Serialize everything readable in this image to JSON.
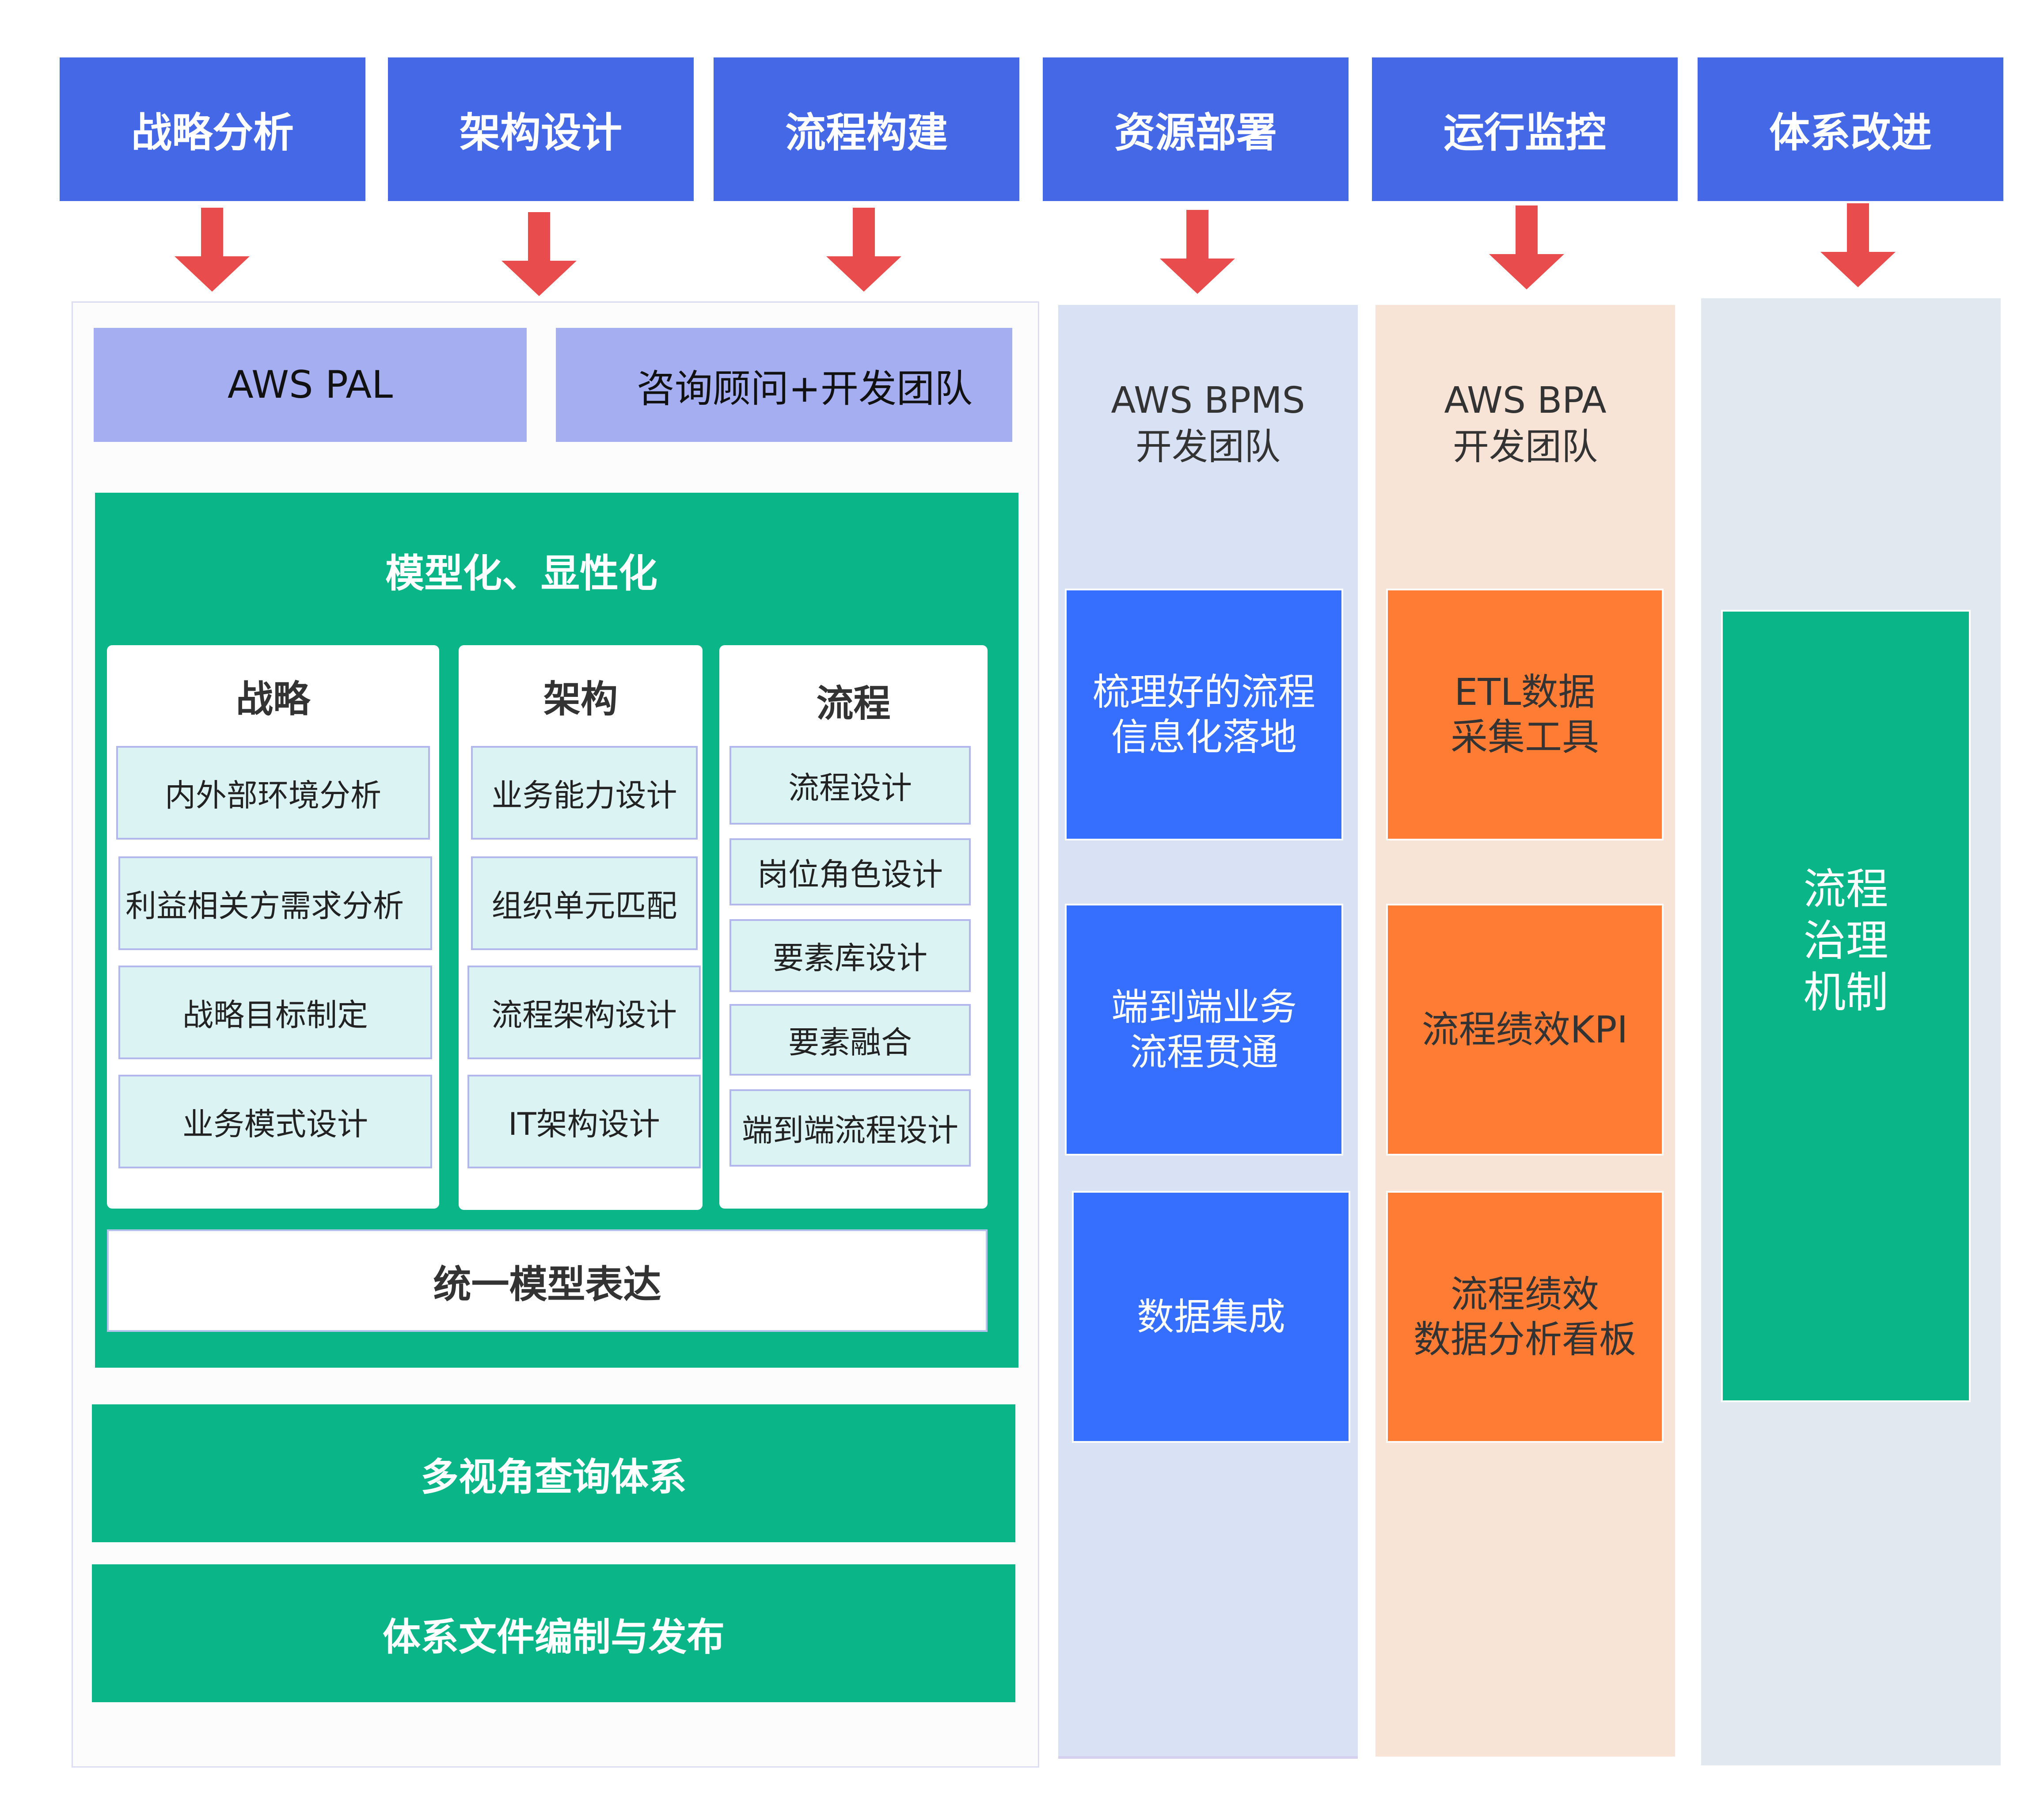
{
  "colors": {
    "stage_header": "#4569e6",
    "arrow": "#e84c4c",
    "lavender": "#a4aef0",
    "green": "#0ab587",
    "item_bg": "#dbf3f3",
    "blue_box": "#366ffe",
    "orange_box": "#ff7c35",
    "bpms_panel": "#d9e2f4",
    "bpa_panel": "#f8e4d7",
    "governance_panel": "#e2e8f0"
  },
  "stages": [
    {
      "label": "战略分析",
      "icon": "arrow-down-icon"
    },
    {
      "label": "架构设计",
      "icon": "arrow-down-icon"
    },
    {
      "label": "流程构建",
      "icon": "arrow-down-icon"
    },
    {
      "label": "资源部署",
      "icon": "arrow-down-icon"
    },
    {
      "label": "运行监控",
      "icon": "arrow-down-icon"
    },
    {
      "label": "体系改进",
      "icon": "arrow-down-icon"
    }
  ],
  "left_panel": {
    "tools": [
      "AWS PAL",
      "咨询顾问+开发团队"
    ],
    "modeling": {
      "title": "模型化、显性化",
      "columns": [
        {
          "title": "战略",
          "items": [
            "内外部环境分析",
            "利益相关方需求分析",
            "战略目标制定",
            "业务模式设计"
          ]
        },
        {
          "title": "架构",
          "items": [
            "业务能力设计",
            "组织单元匹配",
            "流程架构设计",
            "IT架构设计"
          ]
        },
        {
          "title": "流程",
          "items": [
            "流程设计",
            "岗位角色设计",
            "要素库设计",
            "要素融合",
            "端到端流程设计"
          ]
        }
      ],
      "unified": "统一模型表达"
    },
    "bars": [
      "多视角查询体系",
      "体系文件编制与发布"
    ]
  },
  "bpms_panel": {
    "team": [
      "AWS BPMS",
      "开发团队"
    ],
    "boxes": [
      [
        "梳理好的流程",
        "信息化落地"
      ],
      [
        "端到端业务",
        "流程贯通"
      ],
      [
        "数据集成"
      ]
    ]
  },
  "bpa_panel": {
    "team": [
      "AWS BPA",
      "开发团队"
    ],
    "boxes": [
      [
        "ETL数据",
        "采集工具"
      ],
      [
        "流程绩效KPI"
      ],
      [
        "流程绩效",
        "数据分析看板"
      ]
    ]
  },
  "governance_panel": {
    "box": [
      "流程",
      "治理",
      "机制"
    ]
  }
}
